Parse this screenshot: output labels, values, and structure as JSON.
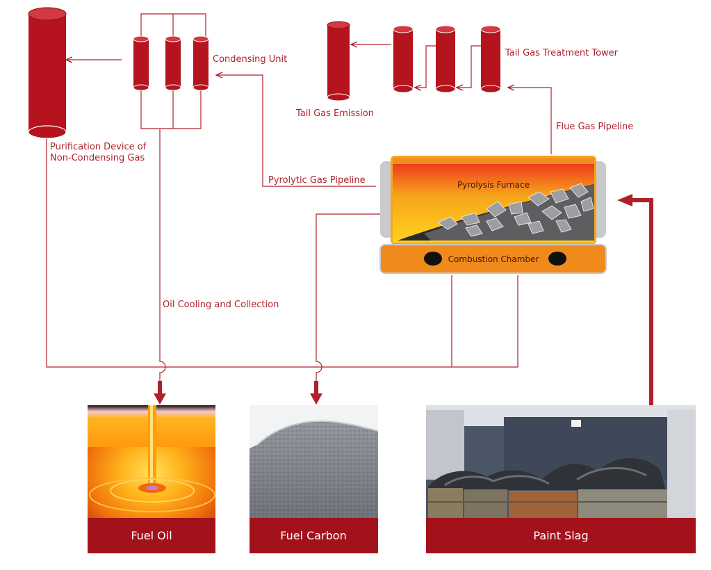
{
  "labels": {
    "condensing_unit": "Condensing Unit",
    "purification_line1": "Purification Device of",
    "purification_line2": "Non-Condensing Gas",
    "tail_gas_emission": "Tail Gas Emission",
    "tail_gas_treatment_tower": "Tail Gas Treatment Tower",
    "flue_gas_pipeline": "Flue Gas Pipeline",
    "pyrolytic_gas_pipeline": "Pyrolytic Gas Pipeline",
    "pyrolysis_furnace": "Pyrolysis Furnace",
    "combustion_chamber": "Combustion Chamber",
    "oil_cooling": "Oil Cooling and Collection"
  },
  "products": {
    "fuel_oil": "Fuel Oil",
    "fuel_carbon": "Fuel Carbon",
    "paint_slag": "Paint Slag"
  },
  "colors": {
    "line": "#b0202b",
    "cylinder": "#b5141e",
    "caption_bg": "#a3121b",
    "furnace_body": "#f18a1c"
  }
}
